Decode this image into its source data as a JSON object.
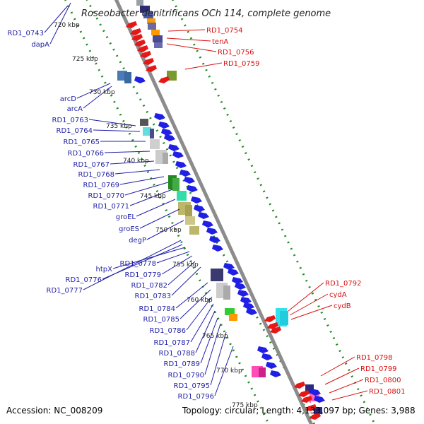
{
  "title": "Roseobacter denitrificans OCh 114, complete genome",
  "footer": {
    "accession": "Accession: NC_008209",
    "summary": "Topology: circular; Length: 4,133,097 bp; Genes: 3,988"
  },
  "colors": {
    "backbone": "#8c8c8c",
    "forward_cds": "#1f1fe6",
    "reverse_cds": "#e61717",
    "label_left": "#1f1fa8",
    "label_right": "#d81010",
    "ticks": "#1f8a1f"
  },
  "scale": {
    "kbp_marks": [
      "720 kbp",
      "725 kbp",
      "730 kbp",
      "735 kbp",
      "740 kbp",
      "745 kbp",
      "750 kbp",
      "755 kbp",
      "760 kbp",
      "765 kbp",
      "770 kbp",
      "775 kbp"
    ]
  },
  "genes": {
    "left": [
      "RD1_0743",
      "dapA",
      "arcD",
      "arcA",
      "RD1_0763",
      "RD1_0764",
      "RD1_0765",
      "RD1_0766",
      "RD1_0767",
      "RD1_0768",
      "RD1_0769",
      "RD1_0770",
      "RD1_0771",
      "groEL",
      "groES",
      "degP",
      "htpX",
      "RD1_0778",
      "RD1_0776",
      "RD1_0777",
      "RD1_0779",
      "RD1_0782",
      "RD1_0783",
      "RD1_0784",
      "RD1_0785",
      "RD1_0786",
      "RD1_0787",
      "RD1_0788",
      "RD1_0789",
      "RD1_0790",
      "RD1_0795",
      "RD1_0796"
    ],
    "right": [
      "RD1_0754",
      "tenA",
      "RD1_0756",
      "RD1_0759",
      "RD1_0792",
      "cydA",
      "cydB",
      "RD1_0798",
      "RD1_0799",
      "RD1_0800",
      "RD1_0801"
    ]
  }
}
